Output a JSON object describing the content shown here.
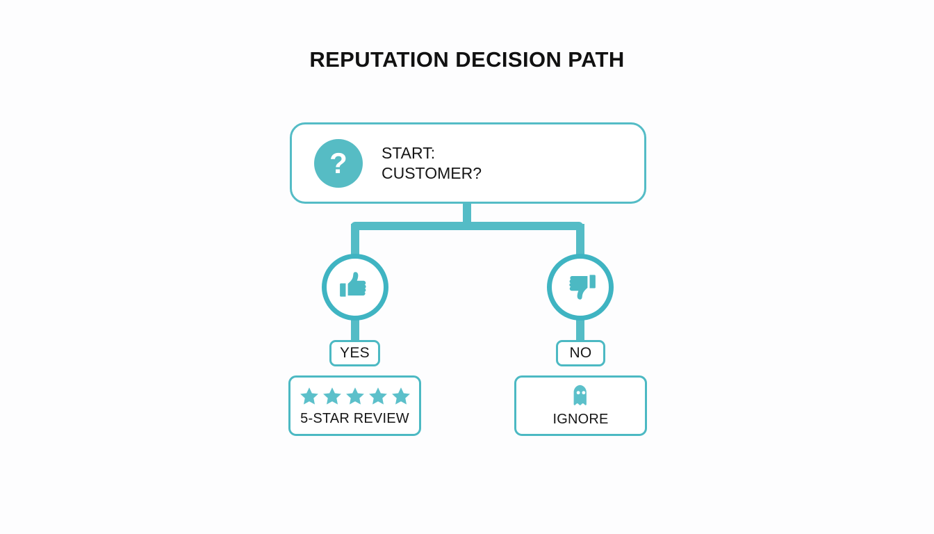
{
  "diagram": {
    "title": "REPUTATION DECISION PATH",
    "colors": {
      "accent": "#54bcc6",
      "accent_fill": "#56bcc4",
      "accent_stroke": "#3fb4c2",
      "text": "#161616",
      "background": "#fdfdfe"
    },
    "start_node": {
      "badge_icon": "question-mark-icon",
      "badge_glyph": "?",
      "line1": "START:",
      "line2": "CUSTOMER?"
    },
    "branches": [
      {
        "icon": "thumbs-up-icon",
        "decision_label": "YES",
        "outcome_label": "5-STAR REVIEW",
        "outcome_icon": "five-stars-icon",
        "star_count": 5
      },
      {
        "icon": "thumbs-down-icon",
        "decision_label": "NO",
        "outcome_label": "IGNORE",
        "outcome_icon": "ghost-icon"
      }
    ]
  }
}
